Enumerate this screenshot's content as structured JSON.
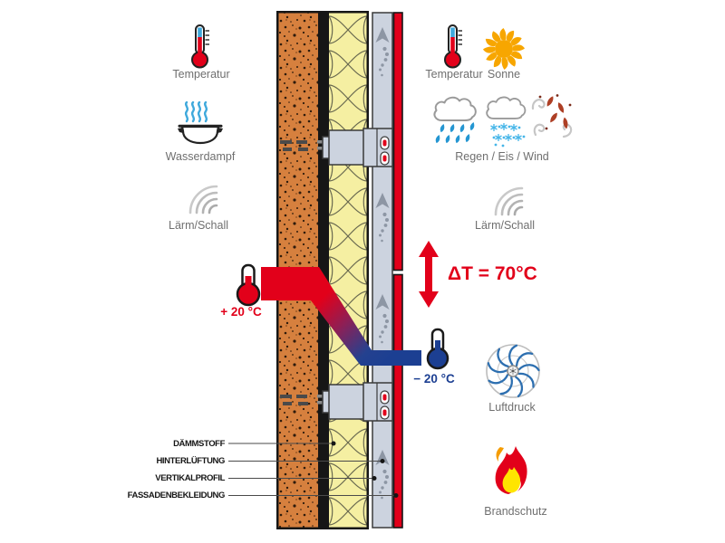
{
  "interior": {
    "temperatur": "Temperatur",
    "wasserdampf": "Wasserdampf",
    "laerm_schall": "Lärm/Schall",
    "indoor_temp": "+ 20 °C"
  },
  "exterior": {
    "temperatur": "Temperatur",
    "sonne": "Sonne",
    "regen_eis_wind": "Regen / Eis / Wind",
    "laerm_schall": "Lärm/Schall",
    "delta_t": "ΔT = 70°C",
    "outdoor_temp": "− 20 °C",
    "luftdruck": "Luftdruck",
    "brandschutz": "Brandschutz"
  },
  "layers": [
    {
      "label": "DÄMMSTOFF"
    },
    {
      "label": "HINTERLÜFTUNG"
    },
    {
      "label": "VERTIKALPROFIL"
    },
    {
      "label": "FASSADENBEKLEIDUNG"
    }
  ],
  "colors": {
    "accent_red": "#e2001a",
    "accent_blue": "#1c3f92",
    "masonry_orange": "#d6803e",
    "insulation_yellow": "#f5efa2",
    "profile_gray": "#ccd3df",
    "sealing_black": "#161616",
    "sun_orange": "#f7a600",
    "water_blue": "#2496d2",
    "steam_blue": "#3fa9dc",
    "label_gray": "#6f6f6f"
  }
}
